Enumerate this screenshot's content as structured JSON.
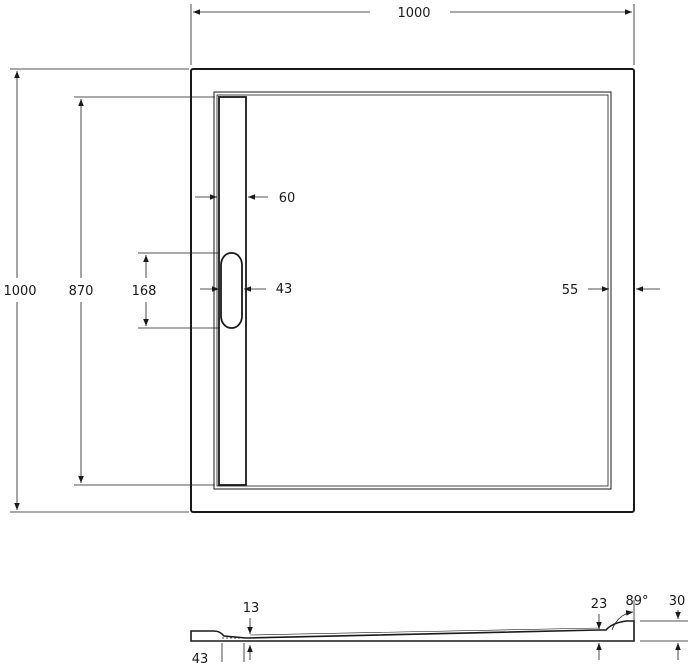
{
  "top_view": {
    "overall_width": "1000",
    "overall_height": "1000",
    "inner_length": "870",
    "drain_width": "60",
    "outlet_height": "168",
    "outlet_width": "43",
    "rim_width": "55"
  },
  "side_view": {
    "edge_thickness": "13",
    "recess_width": "43",
    "rim_height": "23",
    "angle": "89°",
    "total_height": "30"
  },
  "colors": {
    "line": "#1a1a1a",
    "background": "#ffffff"
  }
}
